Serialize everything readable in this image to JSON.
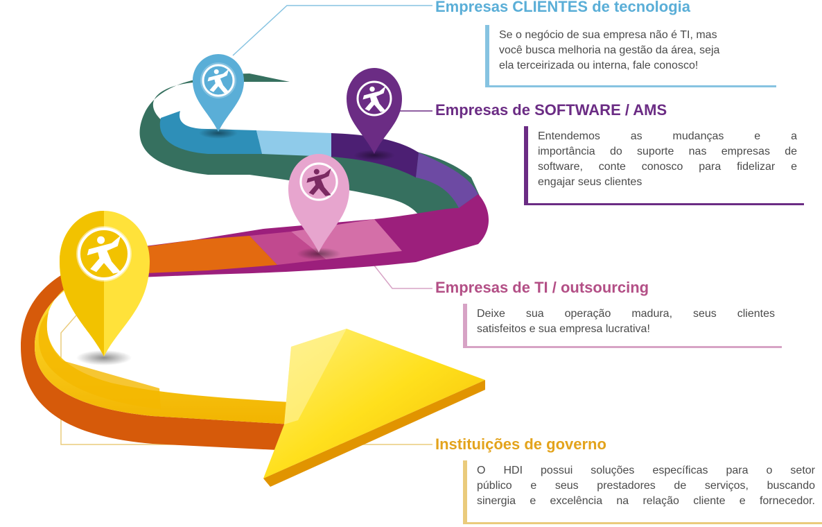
{
  "colors": {
    "clientes": "#5aaed7",
    "clientes_line": "#86c3e1",
    "software": "#6b2c84",
    "outsourcing": "#b34f86",
    "outsourcing_line": "#d7a3c5",
    "governo": "#e3a31c",
    "governo_line": "#eacb7c"
  },
  "segments": [
    {
      "id": "clientes",
      "title": "Empresas CLIENTES de tecnologia",
      "lines": [
        "Se o negócio de sua empresa não é TI, mas",
        "você busca melhoria na gestão da área, seja",
        "ela terceirizada ou interna, fale conosco!"
      ],
      "pin_icon": "runner-icon"
    },
    {
      "id": "software",
      "title": "Empresas de SOFTWARE / AMS",
      "lines": [
        "Entendemos as mudanças e a",
        "importância do suporte nas empresas de",
        "software, conte conosco para fidelizar e",
        "engajar seus clientes"
      ],
      "pin_icon": "runner-icon"
    },
    {
      "id": "outsourcing",
      "title": "Empresas de TI / outsourcing",
      "lines": [
        "Deixe sua operação madura, seus clientes",
        "satisfeitos e sua empresa lucrativa!"
      ],
      "pin_icon": "runner-icon"
    },
    {
      "id": "governo",
      "title": "Instituições de governo",
      "lines": [
        "O HDI possui soluções específicas para o setor",
        "público e seus prestadores de serviços, buscando",
        "sinergia e excelência na relação cliente e fornecedor."
      ],
      "pin_icon": "runner-icon"
    }
  ]
}
